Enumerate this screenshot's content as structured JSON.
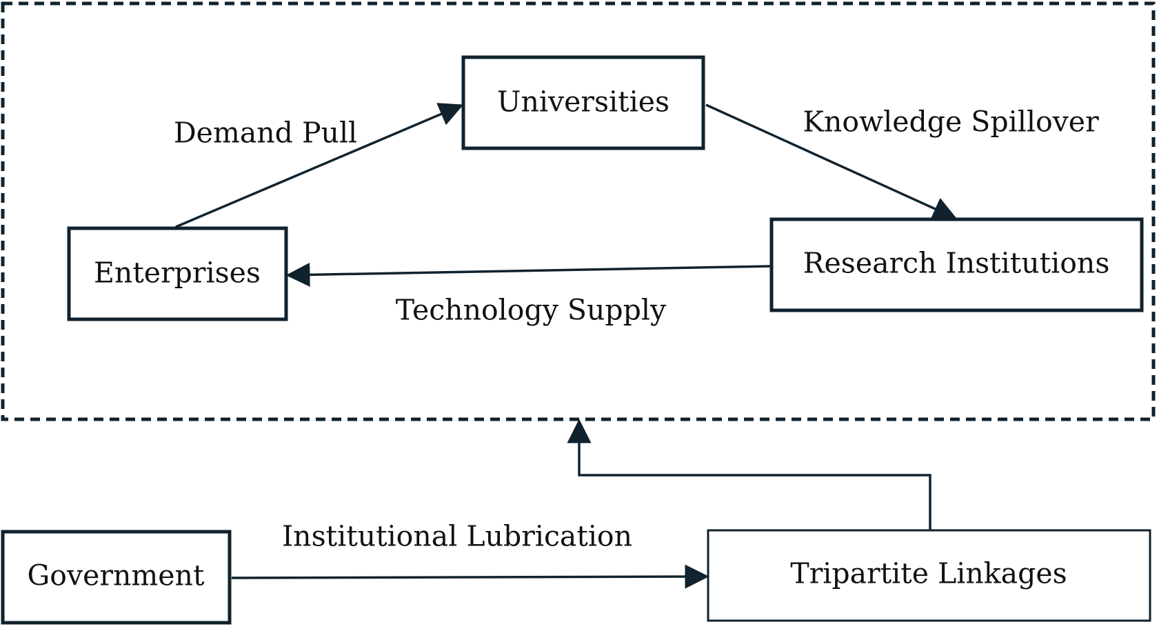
{
  "colors": {
    "stroke": "#10222e",
    "text": "#111111",
    "background": "#ffffff"
  },
  "nodes": {
    "universities": "Universities",
    "enterprises": "Enterprises",
    "research_institutions": "Research Institutions",
    "government": "Government",
    "tripartite_linkages": "Tripartite Linkages"
  },
  "edges": {
    "demand_pull": "Demand Pull",
    "knowledge_spillover": "Knowledge Spillover",
    "technology_supply": "Technology Supply",
    "institutional_lubrication": "Institutional Lubrication"
  }
}
